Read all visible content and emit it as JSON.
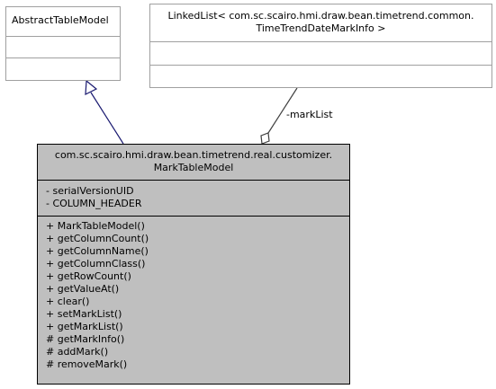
{
  "abstract_table_model": {
    "name": "AbstractTableModel"
  },
  "linked_list": {
    "name_line1": "LinkedList< com.sc.scairo.hmi.draw.bean.timetrend.common.",
    "name_line2": "TimeTrendDateMarkInfo >"
  },
  "mark_table_model": {
    "name_line1": "com.sc.scairo.hmi.draw.bean.timetrend.real.customizer.",
    "name_line2": "MarkTableModel",
    "attributes": [
      "- serialVersionUID",
      "- COLUMN_HEADER"
    ],
    "operations": [
      "+ MarkTableModel()",
      "+ getColumnCount()",
      "+ getColumnName()",
      "+ getColumnClass()",
      "+ getRowCount()",
      "+ getValueAt()",
      "+ clear()",
      "+ setMarkList()",
      "+ getMarkList()",
      "# getMarkInfo()",
      "# addMark()",
      "# removeMark()"
    ]
  },
  "associations": {
    "mark_list_label": "-markList"
  },
  "colors": {
    "main_class_fill": "#bfbfbf",
    "generalization_stroke": "#191970",
    "association_stroke": "#404040",
    "external_border": "#a0a0a0"
  }
}
